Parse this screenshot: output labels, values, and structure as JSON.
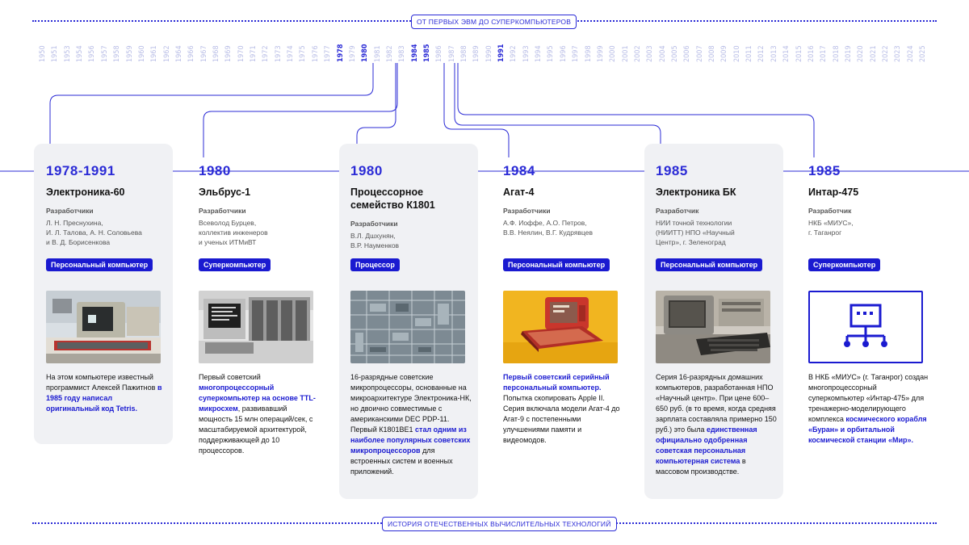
{
  "top_pill": "ОТ ПЕРВЫХ ЭВМ ДО СУПЕРКОМПЬЮТЕРОВ",
  "bottom_pill": "ИСТОРИЯ ОТЕЧЕСТВЕННЫХ ВЫЧИСЛИТЕЛЬНЫХ ТЕХНОЛОГИЙ",
  "accent_color": "#2b2bd6",
  "timeline_years": [
    {
      "y": "1950",
      "hl": false
    },
    {
      "y": "1951",
      "hl": false
    },
    {
      "y": "1953",
      "hl": false
    },
    {
      "y": "1954",
      "hl": false
    },
    {
      "y": "1956",
      "hl": false
    },
    {
      "y": "1957",
      "hl": false
    },
    {
      "y": "1958",
      "hl": false
    },
    {
      "y": "1959",
      "hl": false
    },
    {
      "y": "1960",
      "hl": false
    },
    {
      "y": "1961",
      "hl": false
    },
    {
      "y": "1962",
      "hl": false
    },
    {
      "y": "1964",
      "hl": false
    },
    {
      "y": "1966",
      "hl": false
    },
    {
      "y": "1967",
      "hl": false
    },
    {
      "y": "1968",
      "hl": false
    },
    {
      "y": "1969",
      "hl": false
    },
    {
      "y": "1970",
      "hl": false
    },
    {
      "y": "1971",
      "hl": false
    },
    {
      "y": "1972",
      "hl": false
    },
    {
      "y": "1973",
      "hl": false
    },
    {
      "y": "1974",
      "hl": false
    },
    {
      "y": "1975",
      "hl": false
    },
    {
      "y": "1976",
      "hl": false
    },
    {
      "y": "1977",
      "hl": false
    },
    {
      "y": "1978",
      "hl": true
    },
    {
      "y": "1979",
      "hl": false
    },
    {
      "y": "1980",
      "hl": true
    },
    {
      "y": "1981",
      "hl": false
    },
    {
      "y": "1982",
      "hl": false
    },
    {
      "y": "1983",
      "hl": false
    },
    {
      "y": "1984",
      "hl": true
    },
    {
      "y": "1985",
      "hl": true
    },
    {
      "y": "1986",
      "hl": false
    },
    {
      "y": "1987",
      "hl": false
    },
    {
      "y": "1988",
      "hl": false
    },
    {
      "y": "1989",
      "hl": false
    },
    {
      "y": "1990",
      "hl": false
    },
    {
      "y": "1991",
      "hl": true
    },
    {
      "y": "1992",
      "hl": false
    },
    {
      "y": "1993",
      "hl": false
    },
    {
      "y": "1994",
      "hl": false
    },
    {
      "y": "1995",
      "hl": false
    },
    {
      "y": "1996",
      "hl": false
    },
    {
      "y": "1997",
      "hl": false
    },
    {
      "y": "1998",
      "hl": false
    },
    {
      "y": "1999",
      "hl": false
    },
    {
      "y": "2000",
      "hl": false
    },
    {
      "y": "2001",
      "hl": false
    },
    {
      "y": "2002",
      "hl": false
    },
    {
      "y": "2003",
      "hl": false
    },
    {
      "y": "2004",
      "hl": false
    },
    {
      "y": "2005",
      "hl": false
    },
    {
      "y": "2006",
      "hl": false
    },
    {
      "y": "2007",
      "hl": false
    },
    {
      "y": "2008",
      "hl": false
    },
    {
      "y": "2009",
      "hl": false
    },
    {
      "y": "2010",
      "hl": false
    },
    {
      "y": "2011",
      "hl": false
    },
    {
      "y": "2012",
      "hl": false
    },
    {
      "y": "2013",
      "hl": false
    },
    {
      "y": "2014",
      "hl": false
    },
    {
      "y": "2015",
      "hl": false
    },
    {
      "y": "2016",
      "hl": false
    },
    {
      "y": "2017",
      "hl": false
    },
    {
      "y": "2018",
      "hl": false
    },
    {
      "y": "2019",
      "hl": false
    },
    {
      "y": "2020",
      "hl": false
    },
    {
      "y": "2021",
      "hl": false
    },
    {
      "y": "2022",
      "hl": false
    },
    {
      "y": "2023",
      "hl": false
    },
    {
      "y": "2024",
      "hl": false
    },
    {
      "y": "2025",
      "hl": false
    }
  ],
  "cards": [
    {
      "year": "1978-1991",
      "title": "Электроника-60",
      "dev_label": "Разработчики",
      "dev_text": "Л. Н. Преснухина,\nИ. Л. Талова, А. Н. Соловьева\nи В. Д. Борисенкова",
      "tag": "Персональный компьютер",
      "desc_parts": [
        {
          "t": "На этом компьютере известный программист Алексей Пажитнов ",
          "b": false
        },
        {
          "t": "в 1985 году написал оригинальный код Tetris.",
          "b": true
        }
      ]
    },
    {
      "year": "1980",
      "title": "Эльбрус-1",
      "dev_label": "Разработчики",
      "dev_text": "Всеволод Бурцев,\nколлектив инженеров\nи ученых ИТМиВТ",
      "tag": "Суперкомпьютер",
      "desc_parts": [
        {
          "t": "Первый советский ",
          "b": false
        },
        {
          "t": "многопроцессорный суперкомпьютер на основе TTL-микросхем",
          "b": true
        },
        {
          "t": ", развивавший мощность 15 млн операций/сек, с масштабируемой архитектурой, поддерживающей до 10 процессоров.",
          "b": false
        }
      ]
    },
    {
      "year": "1980",
      "title": "Процессорное\nсемейство К1801",
      "dev_label": "Разработчики",
      "dev_text": "В.Л. Дшхунян,\nВ.Р. Науменков",
      "tag": "Процессор",
      "desc_parts": [
        {
          "t": "16-разрядные советские микропроцессоры, основанные на микроархитектуре Электроника-НК, но двоично совместимые с американскими DEC PDP-11. Первый К1801ВЕ1 ",
          "b": false
        },
        {
          "t": "стал одним из наиболее популярных советских микропроцессоров",
          "b": true
        },
        {
          "t": " для встроенных систем и военных приложений.",
          "b": false
        }
      ]
    },
    {
      "year": "1984",
      "title": "Агат-4",
      "dev_label": "Разработчики",
      "dev_text": "А.Ф. Иоффе, А.О. Петров,\nВ.В. Неялин, В.Г. Кудрявцев",
      "tag": "Персональный компьютер",
      "desc_parts": [
        {
          "t": "Первый советский серийный персональный компьютер.",
          "b": true
        },
        {
          "t": " Попытка скопировать Apple II. Серия включала модели Агат-4 до Агат-9 с постепенными улучшениями памяти и видеомодов.",
          "b": false
        }
      ]
    },
    {
      "year": "1985",
      "title": "Электроника БК",
      "dev_label": "Разработчик",
      "dev_text": "НИИ точной технологии\n(НИИТТ) НПО «Научный\nЦентр», г. Зеленоград",
      "tag": "Персональный компьютер",
      "desc_parts": [
        {
          "t": "Серия 16-разрядных домашних компьютеров, разработанная НПО «Научный центр». При цене 600–650 руб. (в то время, когда средняя зарплата составляла примерно 150 руб.) это была ",
          "b": false
        },
        {
          "t": "единственная официально одобренная советская персональная компьютерная система",
          "b": true
        },
        {
          "t": " в массовом производстве.",
          "b": false
        }
      ]
    },
    {
      "year": "1985",
      "title": "Интар-475",
      "dev_label": "Разработчик",
      "dev_text": "НКБ «МИУС»,\nг. Таганрог",
      "tag": "Суперкомпьютер",
      "desc_parts": [
        {
          "t": "В НКБ «МИУС» (г. Таганрог) создан многопроцессорный суперкомпьютер «Интар-475» для тренажерно-моделирующего комплекса ",
          "b": false
        },
        {
          "t": "космического корабля «Буран» и орбитальной космической станции «Мир».",
          "b": true
        }
      ]
    }
  ]
}
